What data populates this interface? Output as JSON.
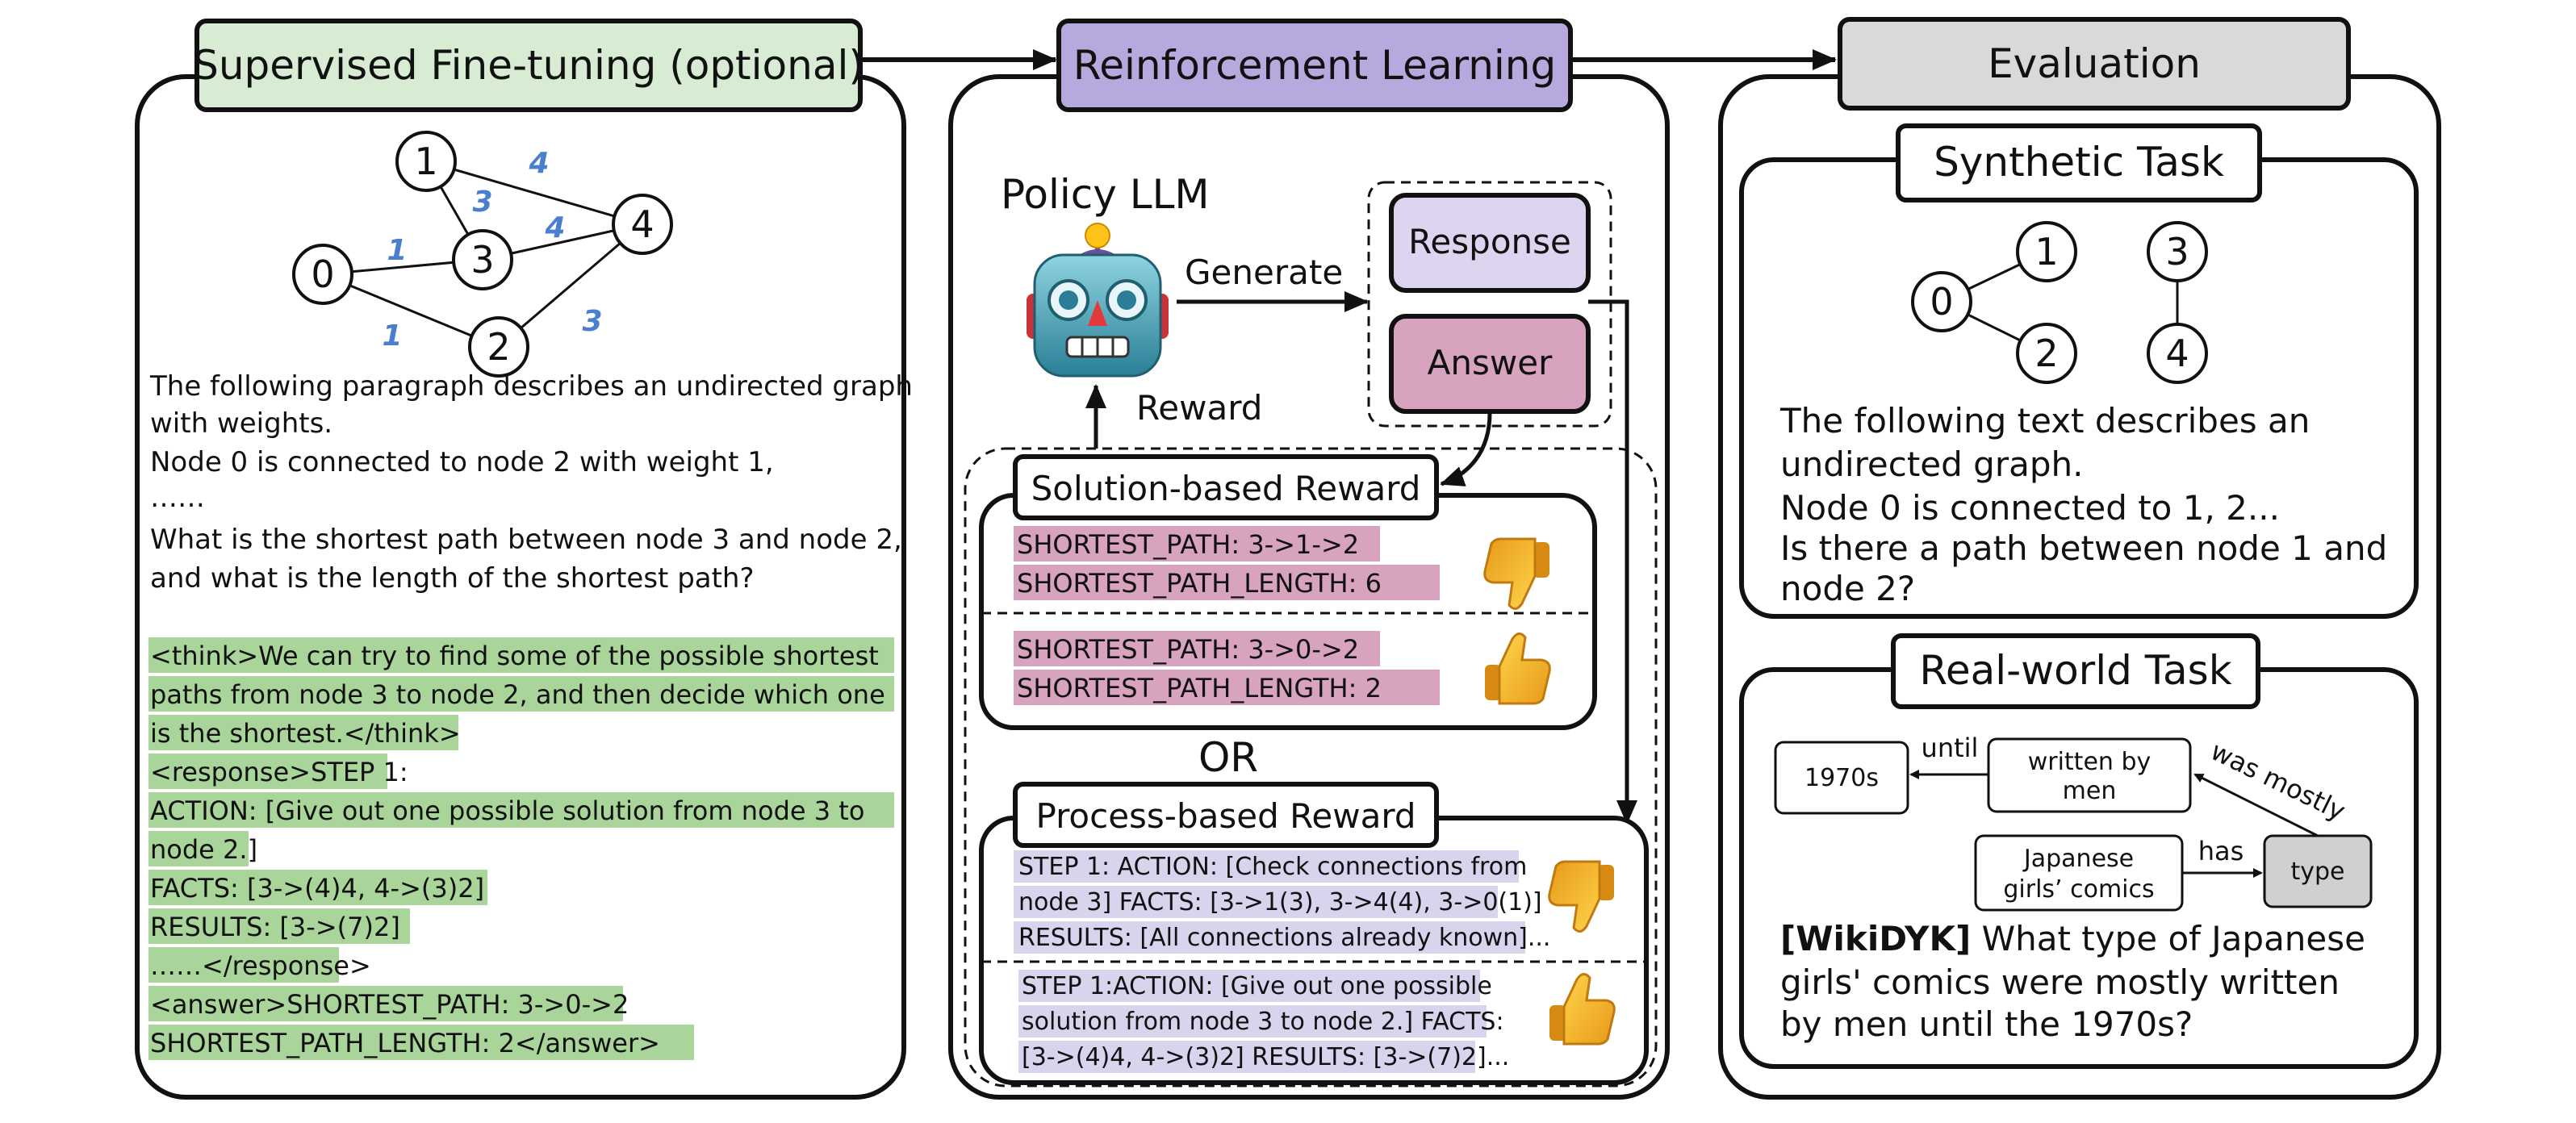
{
  "headers": {
    "sft": "Supervised Fine-tuning (optional)",
    "rl": "Reinforcement Learning",
    "eval": "Evaluation"
  },
  "sft": {
    "graph": {
      "nodes": [
        "0",
        "1",
        "2",
        "3",
        "4"
      ],
      "weights": {
        "w_0_3": "1",
        "w_0_2": "1",
        "w_1_3": "3",
        "w_1_4": "4",
        "w_3_4": "4",
        "w_2_4": "3"
      }
    },
    "question_lines": [
      "The following paragraph describes an undirected graph",
      "with weights.",
      "Node 0 is connected to node 2 with weight 1,",
      "……",
      "What is the shortest path between node 3 and node 2,",
      "and what is the length of the shortest path?"
    ],
    "answer_lines": [
      "<think>We can try to find some of the possible shortest",
      "paths from node 3 to node 2, and then decide which one",
      "is the shortest.</think>",
      "<response>STEP 1:",
      "ACTION: [Give out one possible solution from node 3 to",
      "node 2.]",
      "FACTS: [3->(4)4, 4->(3)2]",
      "RESULTS: [3->(7)2]",
      "……</response>",
      "<answer>SHORTEST_PATH: 3->0->2",
      "SHORTEST_PATH_LENGTH: 2</answer>"
    ]
  },
  "rl": {
    "policy_label": "Policy LLM",
    "generate_label": "Generate",
    "reward_label": "Reward",
    "response_label": "Response",
    "answer_label": "Answer",
    "or_label": "OR",
    "solution_reward": {
      "title": "Solution-based Reward",
      "bad_lines": [
        "SHORTEST_PATH: 3->1->2",
        "SHORTEST_PATH_LENGTH: 6"
      ],
      "good_lines": [
        "SHORTEST_PATH: 3->0->2",
        "SHORTEST_PATH_LENGTH: 2"
      ]
    },
    "process_reward": {
      "title": "Process-based Reward",
      "bad_lines": [
        "STEP 1: ACTION: [Check connections from",
        "node 3] FACTS: [3->1(3), 3->4(4), 3->0(1)]",
        "RESULTS: [All connections already known]..."
      ],
      "good_lines": [
        "STEP 1:ACTION: [Give out one possible",
        "solution from node 3 to node 2.] FACTS:",
        "[3->(4)4, 4->(3)2] RESULTS: [3->(7)2]..."
      ]
    }
  },
  "eval": {
    "synthetic": {
      "title": "Synthetic Task",
      "nodes": [
        "0",
        "1",
        "2",
        "3",
        "4"
      ],
      "lines": [
        "The following text describes an",
        "undirected graph.",
        "Node 0 is connected to 1, 2...",
        "Is there a path between node 1 and",
        "node 2?"
      ]
    },
    "realworld": {
      "title": "Real-world Task",
      "box_1970s": "1970s",
      "box_written_1": "written by",
      "box_written_2": "men",
      "box_japanese_1": "Japanese",
      "box_japanese_2": "girls’ comics",
      "box_type": "type",
      "edge_until": "until",
      "edge_was_mostly": "was mostly",
      "edge_has": "has",
      "question_tag": "[WikiDYK]",
      "question_line1": " What type of Japanese",
      "question_line2": "girls' comics were mostly written",
      "question_line3": "by men until the 1970s?"
    }
  },
  "colors": {
    "sft_header": "#d7ecd2",
    "rl_header": "#b7a9de",
    "eval_header": "#d9d9d9",
    "highlight_green": "#a9d59a",
    "highlight_pink": "#d7a3bf",
    "highlight_lavender": "#d9d3ee",
    "response_box": "#ddd5ef",
    "answer_box": "#d7a3bf",
    "weight_blue": "#4a7fd0"
  },
  "icons": [
    "robot-icon",
    "thumbs-down-icon",
    "thumbs-up-icon"
  ]
}
